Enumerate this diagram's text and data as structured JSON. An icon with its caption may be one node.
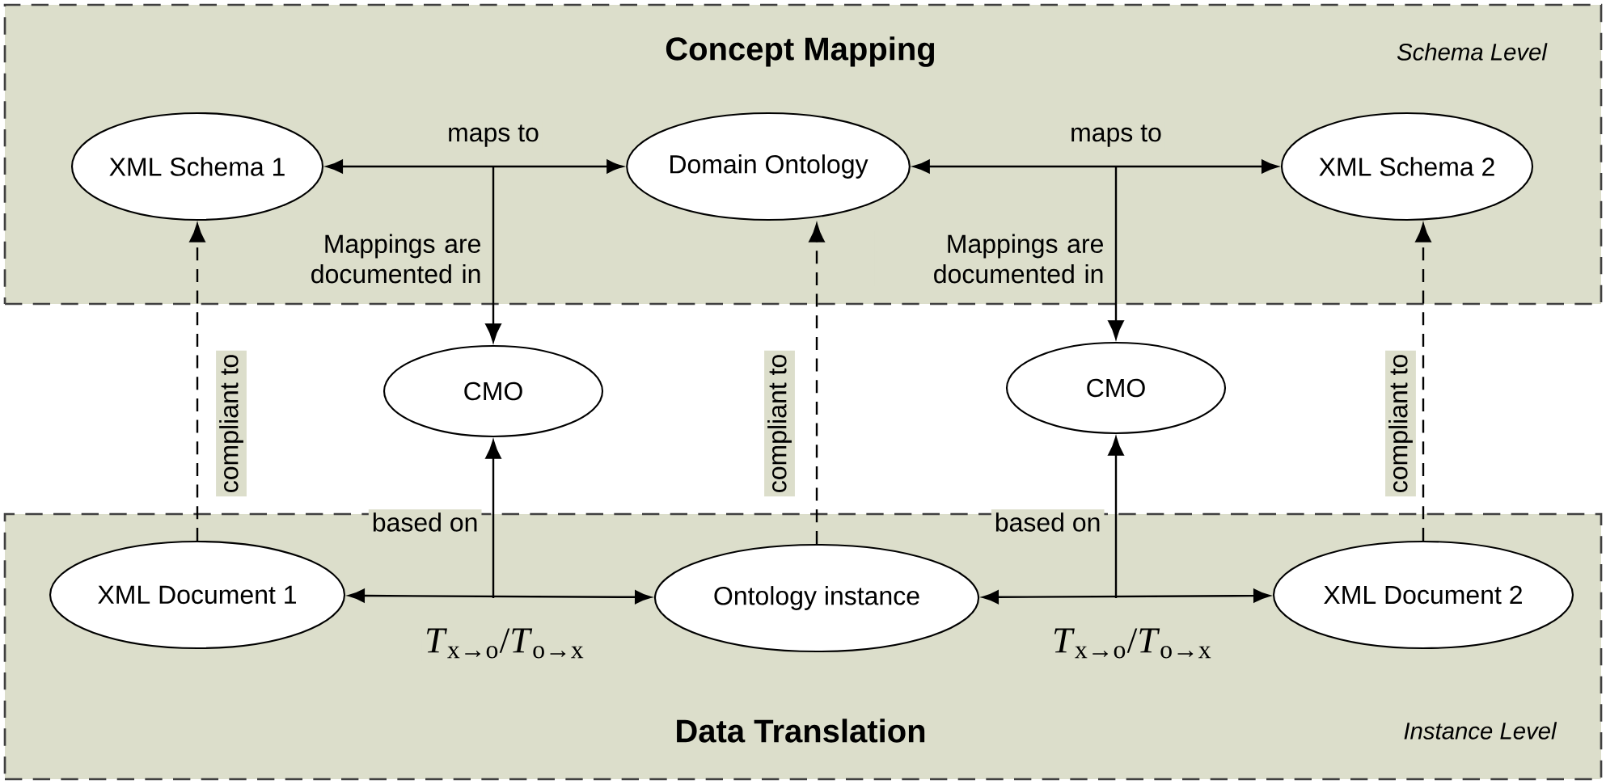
{
  "diagram": {
    "nodes": [
      {
        "text": [
          "Concept Mapping",
          "Schema Level"
        ]
      },
      {
        "text": [
          "XML Schema 1"
        ],
        "in": 0
      },
      {
        "text": [
          "Domain Ontology"
        ],
        "in": 0
      },
      {
        "text": [
          "XML Schema 2"
        ],
        "in": 0
      },
      {
        "text": [
          "CMO"
        ]
      },
      {
        "text": [
          "CMO"
        ]
      },
      {
        "text": [
          "Data Translation",
          "Instance Level"
        ]
      },
      {
        "text": [
          "XML Document 1"
        ],
        "in": 6
      },
      {
        "text": [
          "Ontology instance"
        ],
        "in": 6
      },
      {
        "text": [
          "XML Document 2"
        ],
        "in": 6
      }
    ],
    "edges": [
      {
        "from": 1,
        "to": 2,
        "arrow": "both",
        "label": "maps to"
      },
      {
        "from": null,
        "to": 4,
        "arrow": "to",
        "label": "Mappings are documented in"
      },
      {
        "from": 2,
        "to": 3,
        "arrow": "both",
        "label": "maps to"
      },
      {
        "from": null,
        "to": 5,
        "arrow": "to",
        "label": "Mappings are documented in"
      },
      {
        "from": 7,
        "to": 1,
        "arrow": "to",
        "label": "compliant to",
        "style": "dashed"
      },
      {
        "from": 8,
        "to": 2,
        "arrow": "to",
        "label": "compliant to",
        "style": "dashed"
      },
      {
        "from": 9,
        "to": 3,
        "arrow": "to",
        "label": "compliant to",
        "style": "dashed"
      },
      {
        "from": 7,
        "to": 8,
        "arrow": "both",
        "label": "*T*$_{x→o}$/*T*$_{o→x}$"
      },
      {
        "from": null,
        "to": 4,
        "arrow": "to",
        "label": "based on"
      },
      {
        "from": 8,
        "to": 9,
        "arrow": "both",
        "label": "*T*$_{x→o}$/*T*$_{o→x}$"
      },
      {
        "from": null,
        "to": 5,
        "arrow": "to",
        "label": "based on"
      }
    ]
  }
}
